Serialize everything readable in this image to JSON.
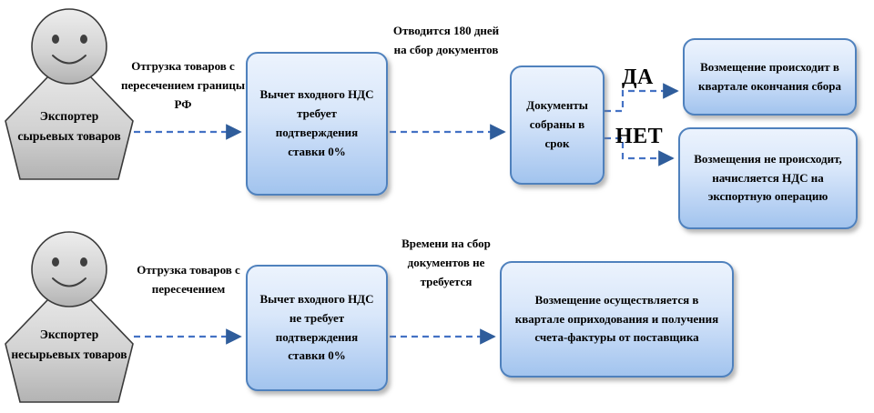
{
  "colors": {
    "box_border": "#4f81bd",
    "box_fill_top": "#ecf3fd",
    "box_fill_bottom": "#a2c4ee",
    "arrow": "#4472c4",
    "actor_fill_top": "#ececec",
    "actor_fill_bottom": "#b7b7b7",
    "text": "#000000"
  },
  "top_flow": {
    "actor_label": "Экспортер сырьевых товаров",
    "shipment_label": "Отгрузка товаров с пересечением границы РФ",
    "deduction_box": "Вычет входного НДС требует подтверждения ставки 0%",
    "deadline_label": "Отводится 180 дней на сбор документов",
    "documents_box": "Документы собраны в срок",
    "yes_label": "ДА",
    "no_label": "НЕТ",
    "yes_outcome_box": "Возмещение происходит в квартале окончания сбора",
    "no_outcome_box": "Возмещения не происходит, начисляется НДС на экспортную операцию"
  },
  "bottom_flow": {
    "actor_label": "Экспортер несырьевых товаров",
    "shipment_label": "Отгрузка товаров с пересечением",
    "deduction_box": "Вычет входного НДС  не требует подтверждения ставки 0%",
    "no_deadline_label": "Времени на сбор документов не требуется",
    "outcome_box": "Возмещение осуществляется в квартале оприходования и получения счета-фактуры от поставщика"
  }
}
